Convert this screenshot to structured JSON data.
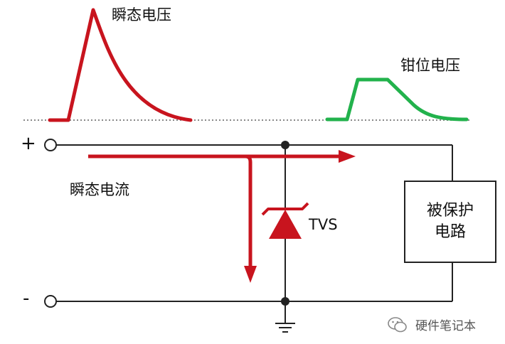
{
  "labels": {
    "transient_voltage": "瞬态电压",
    "clamp_voltage": "钳位电压",
    "transient_current": "瞬态电流",
    "tvs": "TVS",
    "plus": "+",
    "minus": "-",
    "protected_circuit": "被保护电路"
  },
  "watermark": {
    "text": "硬件笔记本",
    "icon": "wechat-icon"
  },
  "colors": {
    "transient": "#c8141e",
    "clamp": "#22b24c",
    "wire": "#222222",
    "baseline": "#888888"
  }
}
